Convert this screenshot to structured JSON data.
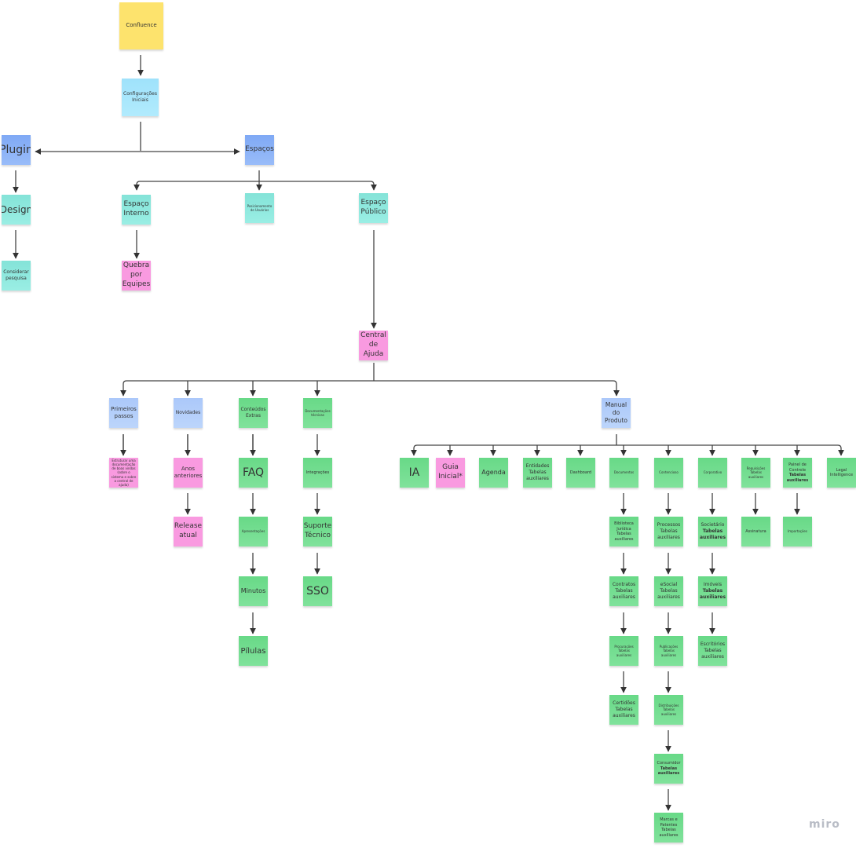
{
  "board": {
    "brand": "miro"
  },
  "notes": {
    "confluence": "Confluence",
    "config": "Configurações Iniciais",
    "plugin": "Plugin",
    "espacos": "Espaços",
    "design": "Design",
    "considerar": "Considerar pesquisa",
    "interno": "Espaço Interno",
    "quebra": "Quebra por Equipes",
    "posicionamento": "Posicionamento de Usuários",
    "publico": "Espaço Público",
    "central": "Central de Ajuda",
    "primeiros": "Primeiros passos",
    "boasvindas": "Estruturar uma documentação de boas vindas (sobre o sistema e sobre a central de ajuda)",
    "novidades": "Novidades",
    "anos": "Anos anteriores",
    "release": "Release atual",
    "conteudos": "Conteúdos Extras",
    "faq": "FAQ",
    "apresentacoes": "Apresentações",
    "minutos": "Minutos",
    "pilulas": "Pílulas",
    "doctec": "Documentações técnicas",
    "integracoes": "Integrações",
    "suporte": "Suporte Técnico",
    "sso": "SSO",
    "manual": "Manual do Produto",
    "ia": "IA",
    "guia": "Guia Inicial*",
    "agenda": "Agenda",
    "entidades": "Entidades Tabelas auxiliares",
    "dashboard": "Dashboard",
    "documentos": "Documentos",
    "contencioso": "Contencioso",
    "corporativo": "Corporativo",
    "requisicoes": "Requisições Tabelas auxiliares",
    "painel": "Painel de Controle",
    "painel_b": "Tabelas auxiliares",
    "legal": "Legal Intelligence",
    "biblioteca": "Biblioteca Jurídica Tabelas auxiliares",
    "processos": "Processos Tabelas auxiliares",
    "societario": "Societário",
    "societario_b": "Tabelas auxiliares",
    "assinatura": "Assinatura",
    "importacoes": "Importações",
    "contratos": "Contratos Tabelas auxiliares",
    "esocial": "eSocial Tabelas auxiliares",
    "imoveis": "Imóveis",
    "imoveis_b": "Tabelas auxiliares",
    "procuracoes": "Procurações Tabelas auxiliares",
    "publicacoes": "Publicações Tabelas auxiliares",
    "escritorios": "Escritórios Tabelas auxiliares",
    "certidoes": "Certidões Tabelas auxiliares",
    "distribuicoes": "Distribuições Tabelas auxiliares",
    "consumidor": "Consumidor",
    "consumidor_b": "Tabelas auxiliares",
    "marcas": "Marcas e Patentes Tabelas auxiliares"
  },
  "colors": {
    "yellow": "#fde36d",
    "sky": "#9fe2fb",
    "blue": "#7fa9f5",
    "teal": "#84e3d8",
    "pink": "#f99ae0",
    "lightblue": "#abc8fa",
    "green": "#68d987"
  }
}
